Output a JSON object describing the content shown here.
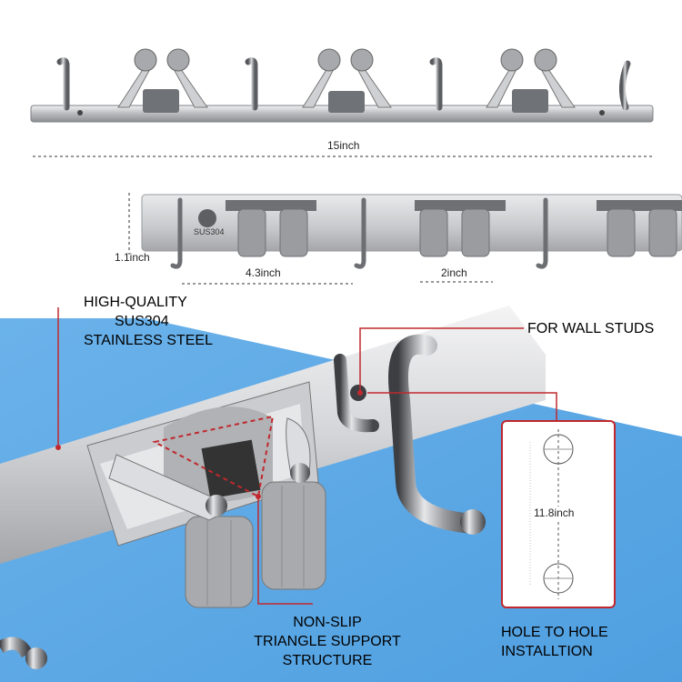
{
  "dimensions": {
    "total_length": "15inch",
    "height": "1.1inch",
    "holder_spacing": "4.3inch",
    "holder_width": "2inch",
    "hole_spacing": "11.8inch"
  },
  "stamp_text": "SUS304",
  "callouts": {
    "material": [
      "HIGH-QUALITY",
      "SUS304",
      "STAINLESS STEEL"
    ],
    "wall_studs": "FOR WALL STUDS",
    "triangle": [
      "NON-SLIP",
      "TRIANGLE SUPPORT",
      "STRUCTURE"
    ],
    "hole": [
      "HOLE TO HOLE",
      "INSTALLTION"
    ]
  },
  "colors": {
    "background_blue": "#5aa8e6",
    "steel": "#c8c9cc",
    "rubber": "#8f9296",
    "callout_line": "#c0282d"
  }
}
